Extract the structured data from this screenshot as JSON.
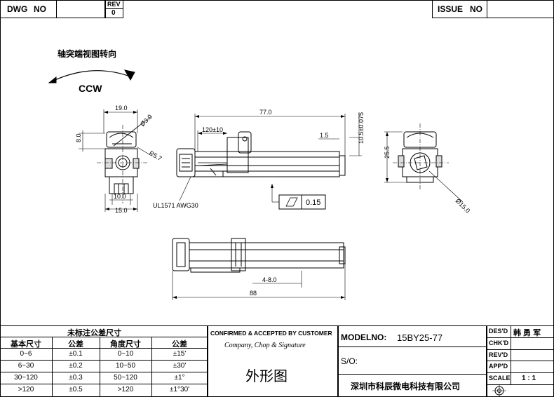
{
  "header": {
    "dwg_label": "DWG",
    "no_label": "NO",
    "rev_label": "REV",
    "rev_value": "0",
    "issue_label": "ISSUE",
    "issue_no_label": "NO"
  },
  "view_note": {
    "rotation_text": "轴突端视图转向",
    "ccw": "CCW"
  },
  "dimensions": {
    "d19": "19.0",
    "d3": "Ø3.0",
    "d8": "8.0",
    "r57": "R5.7",
    "d10": "10.0",
    "d15": "15.0",
    "d77": "77.0",
    "d120": "120±10",
    "d15b": "1.5",
    "d105": "10.5±0.075",
    "d255": "25.5",
    "dia15": "Ø15.0",
    "tol_box": "0.15",
    "wire": "UL1571  AWG30",
    "d48": "4-8.0",
    "d88": "88"
  },
  "tolerance_table": {
    "title": "未标注公差尺寸",
    "headers": [
      "基本尺寸",
      "公差",
      "角度尺寸",
      "公差"
    ],
    "rows": [
      [
        "0~6",
        "±0.1",
        "0~10",
        "±15'"
      ],
      [
        "6~30",
        "±0.2",
        "10~50",
        "±30'"
      ],
      [
        "30~120",
        "±0.3",
        "50~120",
        "±1°"
      ],
      [
        ">120",
        "±0.5",
        ">120",
        "±1°30'"
      ]
    ]
  },
  "customer_block": {
    "line1": "CONFIRMED & ACCEPTED BY CUSTOMER",
    "line2": "Company, Chop & Signature",
    "drawing_name": "外形图"
  },
  "model_block": {
    "model_label": "MODELNO:",
    "model_value": "15BY25-77",
    "so_label": "S/O:",
    "company": "深圳市科辰微电科技有限公司"
  },
  "sign_block": {
    "des_label": "DES'D",
    "des_value": "韩 勇 军",
    "chk_label": "CHK'D",
    "rev_label": "REV'D",
    "app_label": "APP'D",
    "scale_label": "SCALE",
    "scale_value": "1 : 1"
  }
}
